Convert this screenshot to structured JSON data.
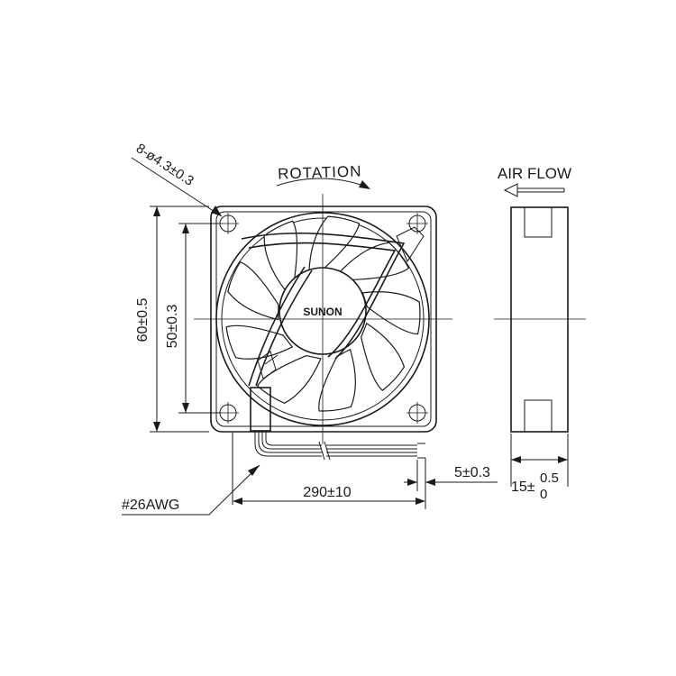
{
  "brand": "SUNON",
  "labels": {
    "hole_spec": "8-ø4.3±0.3",
    "rotation": "ROTATION",
    "air_flow": "AIR FLOW",
    "overall_size": "60±0.5",
    "hole_pitch": "50±0.3",
    "lead_length": "290±10",
    "strip_length": "5±0.3",
    "thickness_base": "15±",
    "thickness_upper": "0.5",
    "thickness_lower": "0",
    "wire_gauge": "#26AWG"
  },
  "colors": {
    "line": "#1a1a1a",
    "background": "#ffffff"
  },
  "icons": {
    "rotation_arrow": "curved-arrow-icon",
    "airflow_arrow": "left-arrow-icon"
  }
}
